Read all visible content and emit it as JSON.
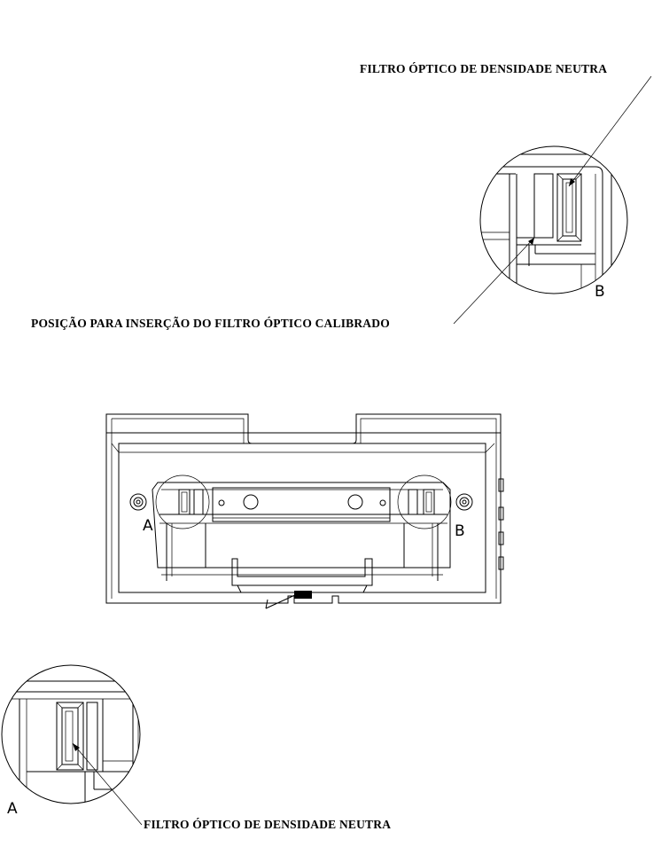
{
  "callouts": {
    "top_right": "FILTRO ÓPTICO DE DENSIDADE NEUTRA",
    "insertion_position": "POSIÇÃO PARA INSERÇÃO DO FILTRO ÓPTICO CALIBRADO",
    "bottom": "FILTRO ÓPTICO DE DENSIDADE NEUTRA"
  },
  "detail_labels": {
    "a_main": "A",
    "b_main": "B",
    "a_detail": "A",
    "b_detail": "B"
  }
}
